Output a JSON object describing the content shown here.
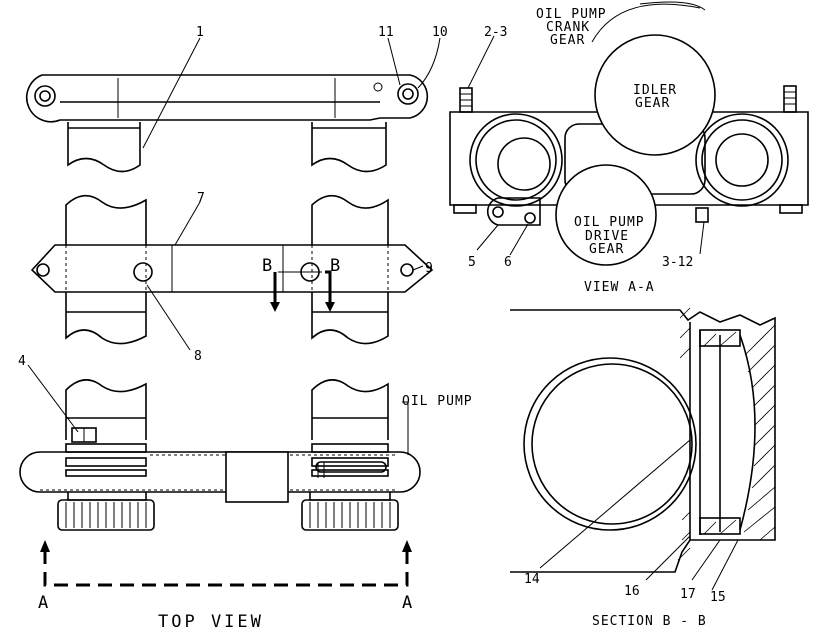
{
  "labels": {
    "l1": "1",
    "l11": "11",
    "l10": "10",
    "l7": "7",
    "l9": "9",
    "l8": "8",
    "l4": "4",
    "lB1": "B",
    "lB2": "B",
    "oil_pump": "OIL PUMP",
    "lA1": "A",
    "lA2": "A",
    "top_view": "TOP VIEW",
    "l2_3": "2-3",
    "crank_line1": "OIL PUMP",
    "crank_line2": "CRANK",
    "crank_line3": "GEAR",
    "idler_line1": "IDLER",
    "idler_line2": "GEAR",
    "drive_line1": "OIL PUMP",
    "drive_line2": "DRIVE",
    "drive_line3": "GEAR",
    "l5": "5",
    "l6": "6",
    "l3_12": "3-12",
    "view_aa": "VIEW A-A",
    "l14": "14",
    "l16": "16",
    "l17": "17",
    "l15": "15",
    "section_bb": "SECTION B - B"
  }
}
